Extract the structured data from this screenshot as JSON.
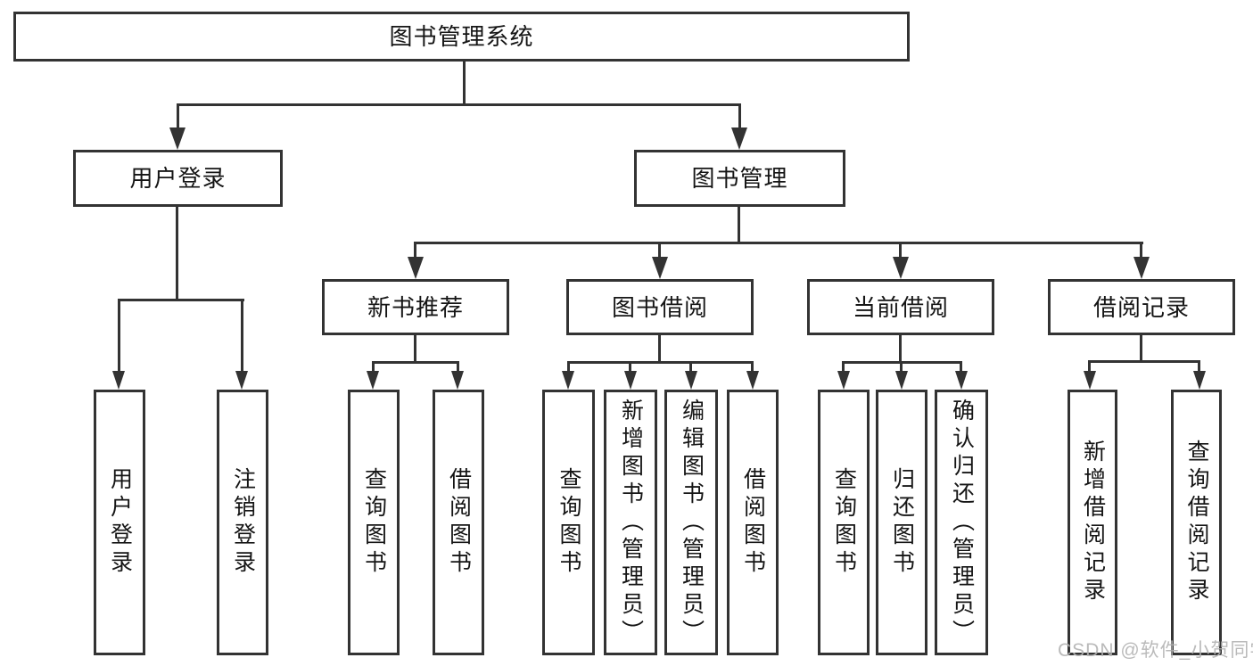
{
  "diagram": {
    "type": "hierarchy-tree",
    "root": "图书管理系统",
    "branches": [
      {
        "label": "用户登录",
        "children": [
          "用户登录",
          "注销登录"
        ]
      },
      {
        "label": "图书管理",
        "children": [
          {
            "label": "新书推荐",
            "children": [
              "查询图书",
              "借阅图书"
            ]
          },
          {
            "label": "图书借阅",
            "children": [
              "查询图书",
              "新增图书（管理员）",
              "编辑图书（管理员）",
              "借阅图书"
            ]
          },
          {
            "label": "当前借阅",
            "children": [
              "查询图书",
              "归还图书",
              "确认归还（管理员）"
            ]
          },
          {
            "label": "借阅记录",
            "children": [
              "新增借阅记录",
              "查询借阅记录"
            ]
          }
        ]
      }
    ]
  },
  "watermark": "CSDN @软件_小贺同学",
  "colors": {
    "line": "#333333",
    "box_border": "#333333",
    "box_background": "#ffffff",
    "text": "#151515",
    "watermark": "#b3b3b3",
    "page_background": "#ffffff"
  }
}
